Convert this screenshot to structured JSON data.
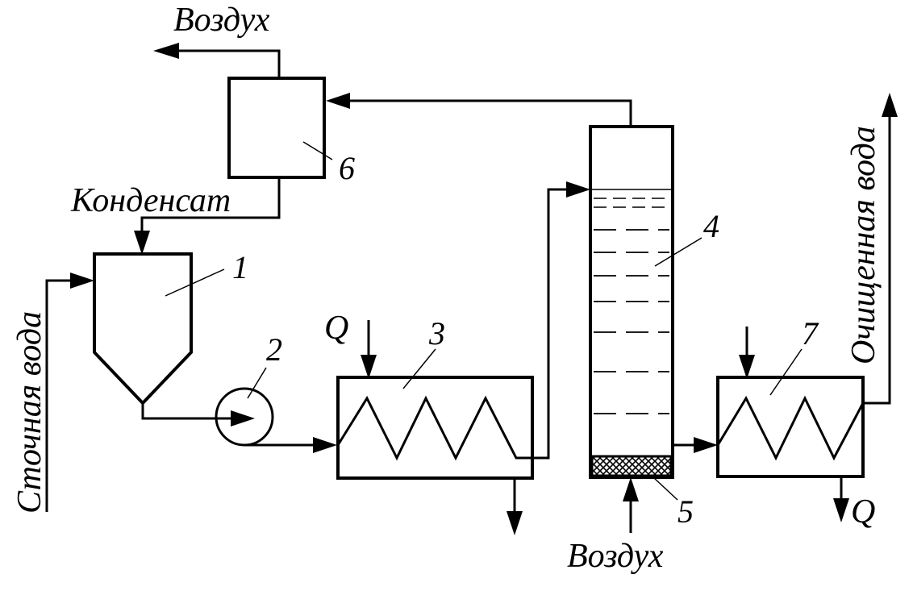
{
  "labels": {
    "air_top": "Воздух",
    "condensate": "Конденсат",
    "waste_water": "Сточная вода",
    "cleaned_water": "Очищенная вода",
    "air_bottom": "Воздух",
    "heat_in": "Q",
    "heat_out": "Q"
  },
  "numbers": {
    "n1": "1",
    "n2": "2",
    "n3": "3",
    "n4": "4",
    "n5": "5",
    "n6": "6",
    "n7": "7"
  }
}
